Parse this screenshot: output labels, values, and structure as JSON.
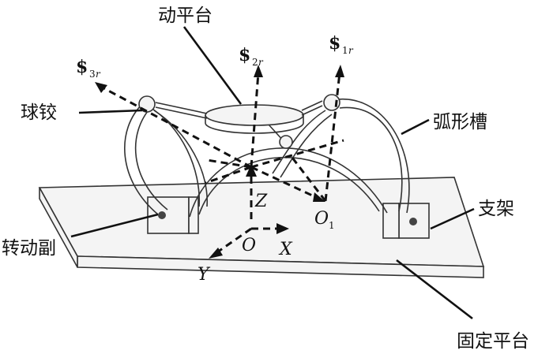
{
  "labels": {
    "moving_platform": "动平台",
    "ball_joint": "球铰",
    "arc_slot": "弧形槽",
    "bracket": "支架",
    "revolute_pair": "转动副",
    "fixed_platform": "固定平台"
  },
  "screws": {
    "s1": {
      "symbol": "$",
      "sub_num": "1",
      "sub_var": "r"
    },
    "s2": {
      "symbol": "$",
      "sub_num": "2",
      "sub_var": "r"
    },
    "s3": {
      "symbol": "$",
      "sub_num": "3",
      "sub_var": "r"
    }
  },
  "axes": {
    "origin": "O",
    "x": "X",
    "y": "Y",
    "z": "Z",
    "o1_main": "O",
    "o1_sub": "1"
  }
}
